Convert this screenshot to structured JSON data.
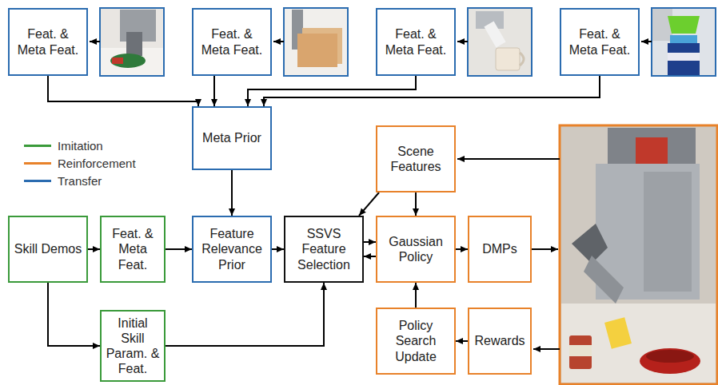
{
  "diagram": {
    "nodes": [
      {
        "text": [
          "Feat. & Meta Feat."
        ]
      },
      {
        "text": [
          "Feat. & Meta Feat."
        ]
      },
      {
        "text": [
          "Feat. & Meta Feat."
        ]
      },
      {
        "text": [
          "Feat. & Meta Feat."
        ]
      },
      {
        "text": [
          "Meta Prior"
        ]
      },
      {
        "text": [
          "Scene Features"
        ]
      },
      {
        "text": [
          "Skill Demos"
        ]
      },
      {
        "text": [
          "Feat. & Meta Feat."
        ]
      },
      {
        "text": [
          "Feature Relevance Prior"
        ]
      },
      {
        "text": [
          "SSVS Feature Selection"
        ]
      },
      {
        "text": [
          "Gaussian Policy"
        ]
      },
      {
        "text": [
          "DMPs"
        ]
      },
      {
        "text": [
          "Initial Skill Param. & Feat."
        ]
      },
      {
        "text": [
          "Policy Search Update"
        ]
      },
      {
        "text": [
          "Rewards"
        ]
      }
    ],
    "edges": [
      {
        "from": 0,
        "to": 4,
        "arrow": "to"
      },
      {
        "from": 1,
        "to": 4,
        "arrow": "to"
      },
      {
        "from": 2,
        "to": 4,
        "arrow": "to"
      },
      {
        "from": 3,
        "to": 4,
        "arrow": "to"
      },
      {
        "from": 4,
        "to": 8,
        "arrow": "to"
      },
      {
        "from": 6,
        "to": 7,
        "arrow": "to"
      },
      {
        "from": 6,
        "to": 12,
        "arrow": "to"
      },
      {
        "from": 7,
        "to": 8,
        "arrow": "to"
      },
      {
        "from": 8,
        "to": 9,
        "arrow": "to"
      },
      {
        "from": 12,
        "to": 9,
        "arrow": "to"
      },
      {
        "from": 5,
        "to": 9,
        "arrow": "to"
      },
      {
        "from": 5,
        "to": 10,
        "arrow": "to"
      },
      {
        "from": 9,
        "to": 10,
        "arrow": "to"
      },
      {
        "from": 10,
        "to": 9,
        "arrow": "to"
      },
      {
        "from": 10,
        "to": 11,
        "arrow": "to"
      },
      {
        "from": 13,
        "to": 10,
        "arrow": "to"
      },
      {
        "from": 14,
        "to": 13,
        "arrow": "to"
      }
    ],
    "legend": [
      {
        "text": "Imitation",
        "color": "#3a9a3a"
      },
      {
        "text": "Reinforcement",
        "color": "#e8822a"
      },
      {
        "text": "Transfer",
        "color": "#2b6cb0"
      }
    ]
  }
}
